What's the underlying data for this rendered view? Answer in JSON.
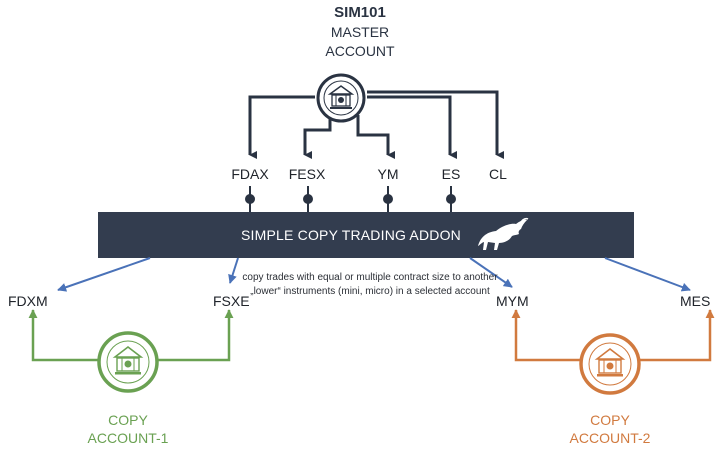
{
  "master": {
    "name": "SIM101",
    "line1": "MASTER",
    "line2": "ACCOUNT",
    "icon": "bank-icon",
    "color": "#2a3342"
  },
  "master_instruments": [
    "FDAX",
    "FESX",
    "YM",
    "ES",
    "CL"
  ],
  "addon": {
    "label": "SIMPLE COPY TRADING ADDON",
    "icon": "bull-icon",
    "color": "#333d4f"
  },
  "note": "copy trades with equal or multiple contract size to another „lower“ instruments (mini, micro) in a selected account",
  "copy_account_1": {
    "line1": "COPY",
    "line2": "ACCOUNT-1",
    "instruments": [
      "FDXM",
      "FSXE"
    ],
    "icon": "bank-icon",
    "color": "#6aa152"
  },
  "copy_account_2": {
    "line1": "COPY",
    "line2": "ACCOUNT-2",
    "instruments": [
      "MYM",
      "MES"
    ],
    "icon": "bank-icon",
    "color": "#d17a3f"
  },
  "arrow_color": "#4a72b8"
}
